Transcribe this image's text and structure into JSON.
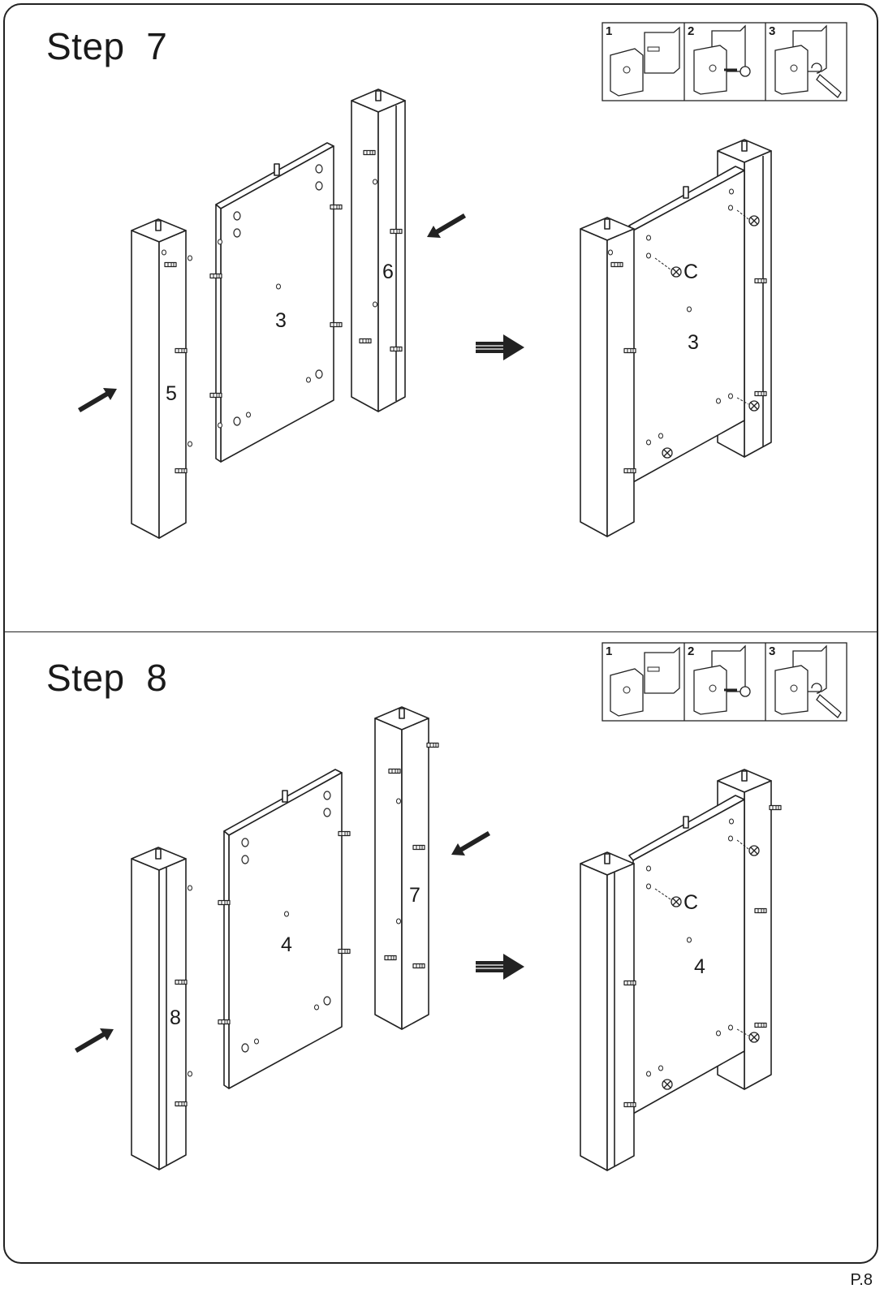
{
  "steps": [
    {
      "title": "Step  7",
      "inset_numbers": [
        "1",
        "2",
        "3"
      ],
      "parts": {
        "left_post": "5",
        "panel": "3",
        "right_post": "6",
        "assembled_panel": "3",
        "fastener": "C"
      }
    },
    {
      "title": "Step  8",
      "inset_numbers": [
        "1",
        "2",
        "3"
      ],
      "parts": {
        "left_post": "8",
        "panel": "4",
        "right_post": "7",
        "assembled_panel": "4",
        "fastener": "C"
      }
    }
  ],
  "page_number": "P.8"
}
